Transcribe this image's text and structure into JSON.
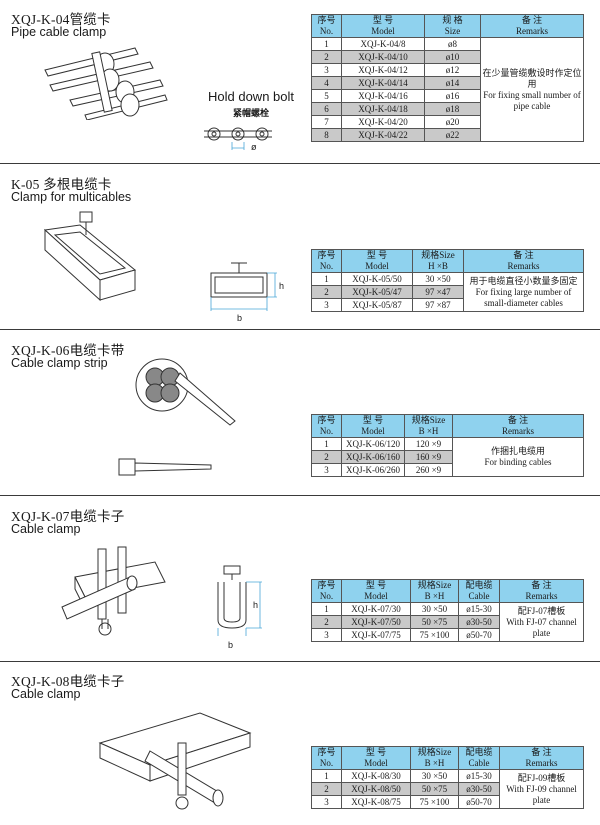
{
  "sections": [
    {
      "title_zh": "XQJ-K-04管缆卡",
      "title_en": "Pipe cable clamp",
      "caption": "Hold down bolt",
      "caption_zh": "紧帽螺栓",
      "phi_label": "ø",
      "headers": [
        {
          "zh": "序号",
          "en": "No."
        },
        {
          "zh": "型 号",
          "en": "Model"
        },
        {
          "zh": "规 格",
          "en": "Size"
        },
        {
          "zh": "备 注",
          "en": "Remarks"
        }
      ],
      "rows": [
        {
          "no": "1",
          "model": "XQJ-K-04/8",
          "size": "ø8"
        },
        {
          "no": "2",
          "model": "XQJ-K-04/10",
          "size": "ø10"
        },
        {
          "no": "3",
          "model": "XQJ-K-04/12",
          "size": "ø12"
        },
        {
          "no": "4",
          "model": "XQJ-K-04/14",
          "size": "ø14"
        },
        {
          "no": "5",
          "model": "XQJ-K-04/16",
          "size": "ø16"
        },
        {
          "no": "6",
          "model": "XQJ-K-04/18",
          "size": "ø18"
        },
        {
          "no": "7",
          "model": "XQJ-K-04/20",
          "size": "ø20"
        },
        {
          "no": "8",
          "model": "XQJ-K-04/22",
          "size": "ø22"
        }
      ],
      "remark": {
        "zh": "在少量管缆敷设时作定位用",
        "en": "For fixing small number of pipe cable"
      }
    },
    {
      "title_zh": "K-05 多根电缆卡",
      "title_en": "Clamp for multicables",
      "dim_h": "h",
      "dim_b": "b",
      "headers": [
        {
          "zh": "序号",
          "en": "No."
        },
        {
          "zh": "型 号",
          "en": "Model"
        },
        {
          "zh": "规格Size",
          "en": "H ×B"
        },
        {
          "zh": "备 注",
          "en": "Remarks"
        }
      ],
      "rows": [
        {
          "no": "1",
          "model": "XQJ-K-05/50",
          "size": "30 ×50"
        },
        {
          "no": "2",
          "model": "XQJ-K-05/47",
          "size": "97 ×47"
        },
        {
          "no": "3",
          "model": "XQJ-K-05/87",
          "size": "97 ×87"
        }
      ],
      "remark": {
        "zh": "用于电缆直径小数量多固定",
        "en": "For fixing large number of small-diameter cables"
      }
    },
    {
      "title_zh": "XQJ-K-06电缆卡带",
      "title_en": "Cable clamp strip",
      "headers": [
        {
          "zh": "序号",
          "en": "No."
        },
        {
          "zh": "型 号",
          "en": "Model"
        },
        {
          "zh": "规格Size",
          "en": "B ×H"
        },
        {
          "zh": "备 注",
          "en": "Remarks"
        }
      ],
      "rows": [
        {
          "no": "1",
          "model": "XQJ-K-06/120",
          "size": "120 ×9"
        },
        {
          "no": "2",
          "model": "XQJ-K-06/160",
          "size": "160 ×9"
        },
        {
          "no": "3",
          "model": "XQJ-K-06/260",
          "size": "260 ×9"
        }
      ],
      "remark": {
        "zh": "作捆扎电缆用",
        "en": "For binding cables"
      }
    },
    {
      "title_zh": "XQJ-K-07电缆卡子",
      "title_en": "Cable clamp",
      "dim_h": "h",
      "dim_b": "b",
      "headers": [
        {
          "zh": "序号",
          "en": "No."
        },
        {
          "zh": "型 号",
          "en": "Model"
        },
        {
          "zh": "规格Size",
          "en": "B ×H"
        },
        {
          "zh": "配电缆",
          "en": "Cable"
        },
        {
          "zh": "备 注",
          "en": "Remarks"
        }
      ],
      "rows": [
        {
          "no": "1",
          "model": "XQJ-K-07/30",
          "size": "30 ×50",
          "cable": "ø15-30"
        },
        {
          "no": "2",
          "model": "XQJ-K-07/50",
          "size": "50 ×75",
          "cable": "ø30-50"
        },
        {
          "no": "3",
          "model": "XQJ-K-07/75",
          "size": "75 ×100",
          "cable": "ø50-70"
        }
      ],
      "remark": {
        "zh": "配FJ-07槽板",
        "en": "With FJ-07 channel plate"
      }
    },
    {
      "title_zh": "XQJ-K-08电缆卡子",
      "title_en": "Cable clamp",
      "headers": [
        {
          "zh": "序号",
          "en": "No."
        },
        {
          "zh": "型 号",
          "en": "Model"
        },
        {
          "zh": "规格Size",
          "en": "B ×H"
        },
        {
          "zh": "配电缆",
          "en": "Cable"
        },
        {
          "zh": "备 注",
          "en": "Remarks"
        }
      ],
      "rows": [
        {
          "no": "1",
          "model": "XQJ-K-08/30",
          "size": "30 ×50",
          "cable": "ø15-30"
        },
        {
          "no": "2",
          "model": "XQJ-K-08/50",
          "size": "50 ×75",
          "cable": "ø30-50"
        },
        {
          "no": "3",
          "model": "XQJ-K-08/75",
          "size": "75 ×100",
          "cable": "ø50-70"
        }
      ],
      "remark": {
        "zh": "配FJ-09槽板",
        "en": "With FJ-09 channel plate"
      }
    }
  ],
  "colors": {
    "header_bg": "#8fd2ee",
    "shade": "#c9c9c9",
    "dim_line": "#4aa6d8"
  }
}
